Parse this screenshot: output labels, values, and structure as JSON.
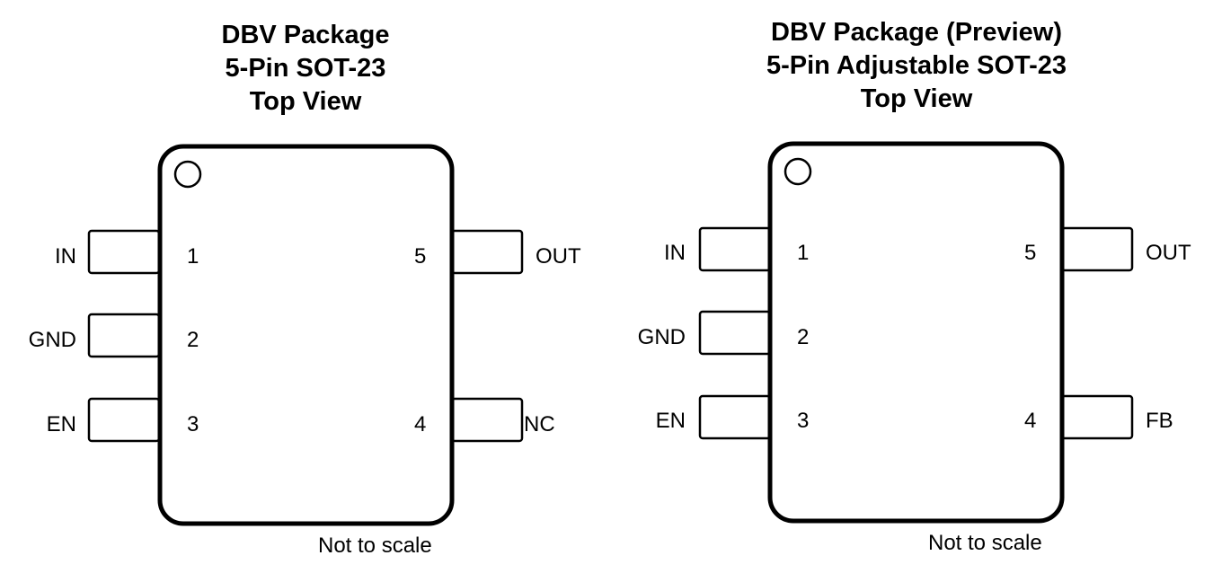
{
  "packages": [
    {
      "title": [
        "DBV Package",
        "5-Pin SOT-23",
        "Top View"
      ],
      "pins": [
        {
          "number": "1",
          "name": "IN",
          "side": "left"
        },
        {
          "number": "2",
          "name": "GND",
          "side": "left"
        },
        {
          "number": "3",
          "name": "EN",
          "side": "left"
        },
        {
          "number": "4",
          "name": "NC",
          "side": "right"
        },
        {
          "number": "5",
          "name": "OUT",
          "side": "right"
        }
      ],
      "note": "Not to scale"
    },
    {
      "title": [
        "DBV Package (Preview)",
        "5-Pin Adjustable SOT-23",
        "Top View"
      ],
      "pins": [
        {
          "number": "1",
          "name": "IN",
          "side": "left"
        },
        {
          "number": "2",
          "name": "GND",
          "side": "left"
        },
        {
          "number": "3",
          "name": "EN",
          "side": "left"
        },
        {
          "number": "4",
          "name": "FB",
          "side": "right"
        },
        {
          "number": "5",
          "name": "OUT",
          "side": "right"
        }
      ],
      "note": "Not to scale"
    }
  ],
  "colors": {
    "line": "#000000",
    "background": "#ffffff"
  }
}
